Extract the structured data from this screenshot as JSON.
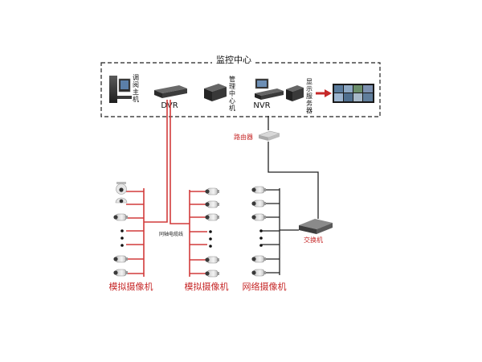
{
  "control_center": {
    "title": "监控中心",
    "review_host": [
      "调",
      "阅",
      "主",
      "机"
    ],
    "dvr": "DVR",
    "mgmt_host": [
      "管",
      "理",
      "中",
      "心",
      "机"
    ],
    "nvr": "NVR",
    "display_server": [
      "显",
      "示",
      "服",
      "务",
      "器"
    ]
  },
  "router": "路由器",
  "switch": "交换机",
  "coax_label": "同轴电缆线",
  "groups": {
    "analog1": "模拟摄像机",
    "analog2": "模拟摄像机",
    "network": "网络摄像机"
  },
  "colors": {
    "analog_line": "#d23b3b",
    "network_line": "#222222",
    "caption_red": "#c62828"
  }
}
